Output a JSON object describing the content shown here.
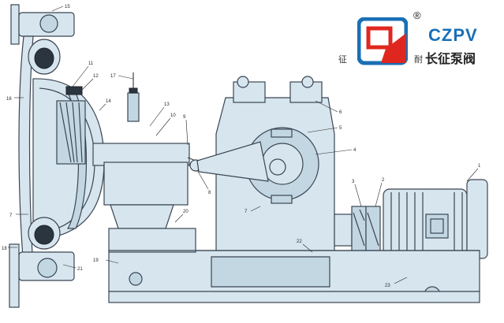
{
  "logo": {
    "brand": "CZPV",
    "registered": "®",
    "chinese_name": "长征泵阀",
    "side_char_left": "征",
    "side_char_right": "耐",
    "colors": {
      "blue": "#1a6fb5",
      "red": "#e0271f"
    }
  },
  "part_labels": [
    {
      "id": "p1",
      "text": "1"
    },
    {
      "id": "p2",
      "text": "2"
    },
    {
      "id": "p3",
      "text": "3"
    },
    {
      "id": "p4",
      "text": "4"
    },
    {
      "id": "p5",
      "text": "5"
    },
    {
      "id": "p6",
      "text": "6"
    },
    {
      "id": "p7",
      "text": "7"
    },
    {
      "id": "p8",
      "text": "8"
    },
    {
      "id": "p9",
      "text": "9"
    },
    {
      "id": "p10",
      "text": "10"
    },
    {
      "id": "p11",
      "text": "11"
    },
    {
      "id": "p12",
      "text": "12"
    },
    {
      "id": "p13",
      "text": "13"
    },
    {
      "id": "p14",
      "text": "14"
    },
    {
      "id": "p15",
      "text": "15"
    },
    {
      "id": "p16",
      "text": "16"
    },
    {
      "id": "p17",
      "text": "17"
    },
    {
      "id": "p18",
      "text": "18"
    },
    {
      "id": "p19",
      "text": "19"
    },
    {
      "id": "p20",
      "text": "20"
    },
    {
      "id": "p21",
      "text": "21"
    },
    {
      "id": "p22",
      "text": "22"
    },
    {
      "id": "p23",
      "text": "23"
    }
  ]
}
